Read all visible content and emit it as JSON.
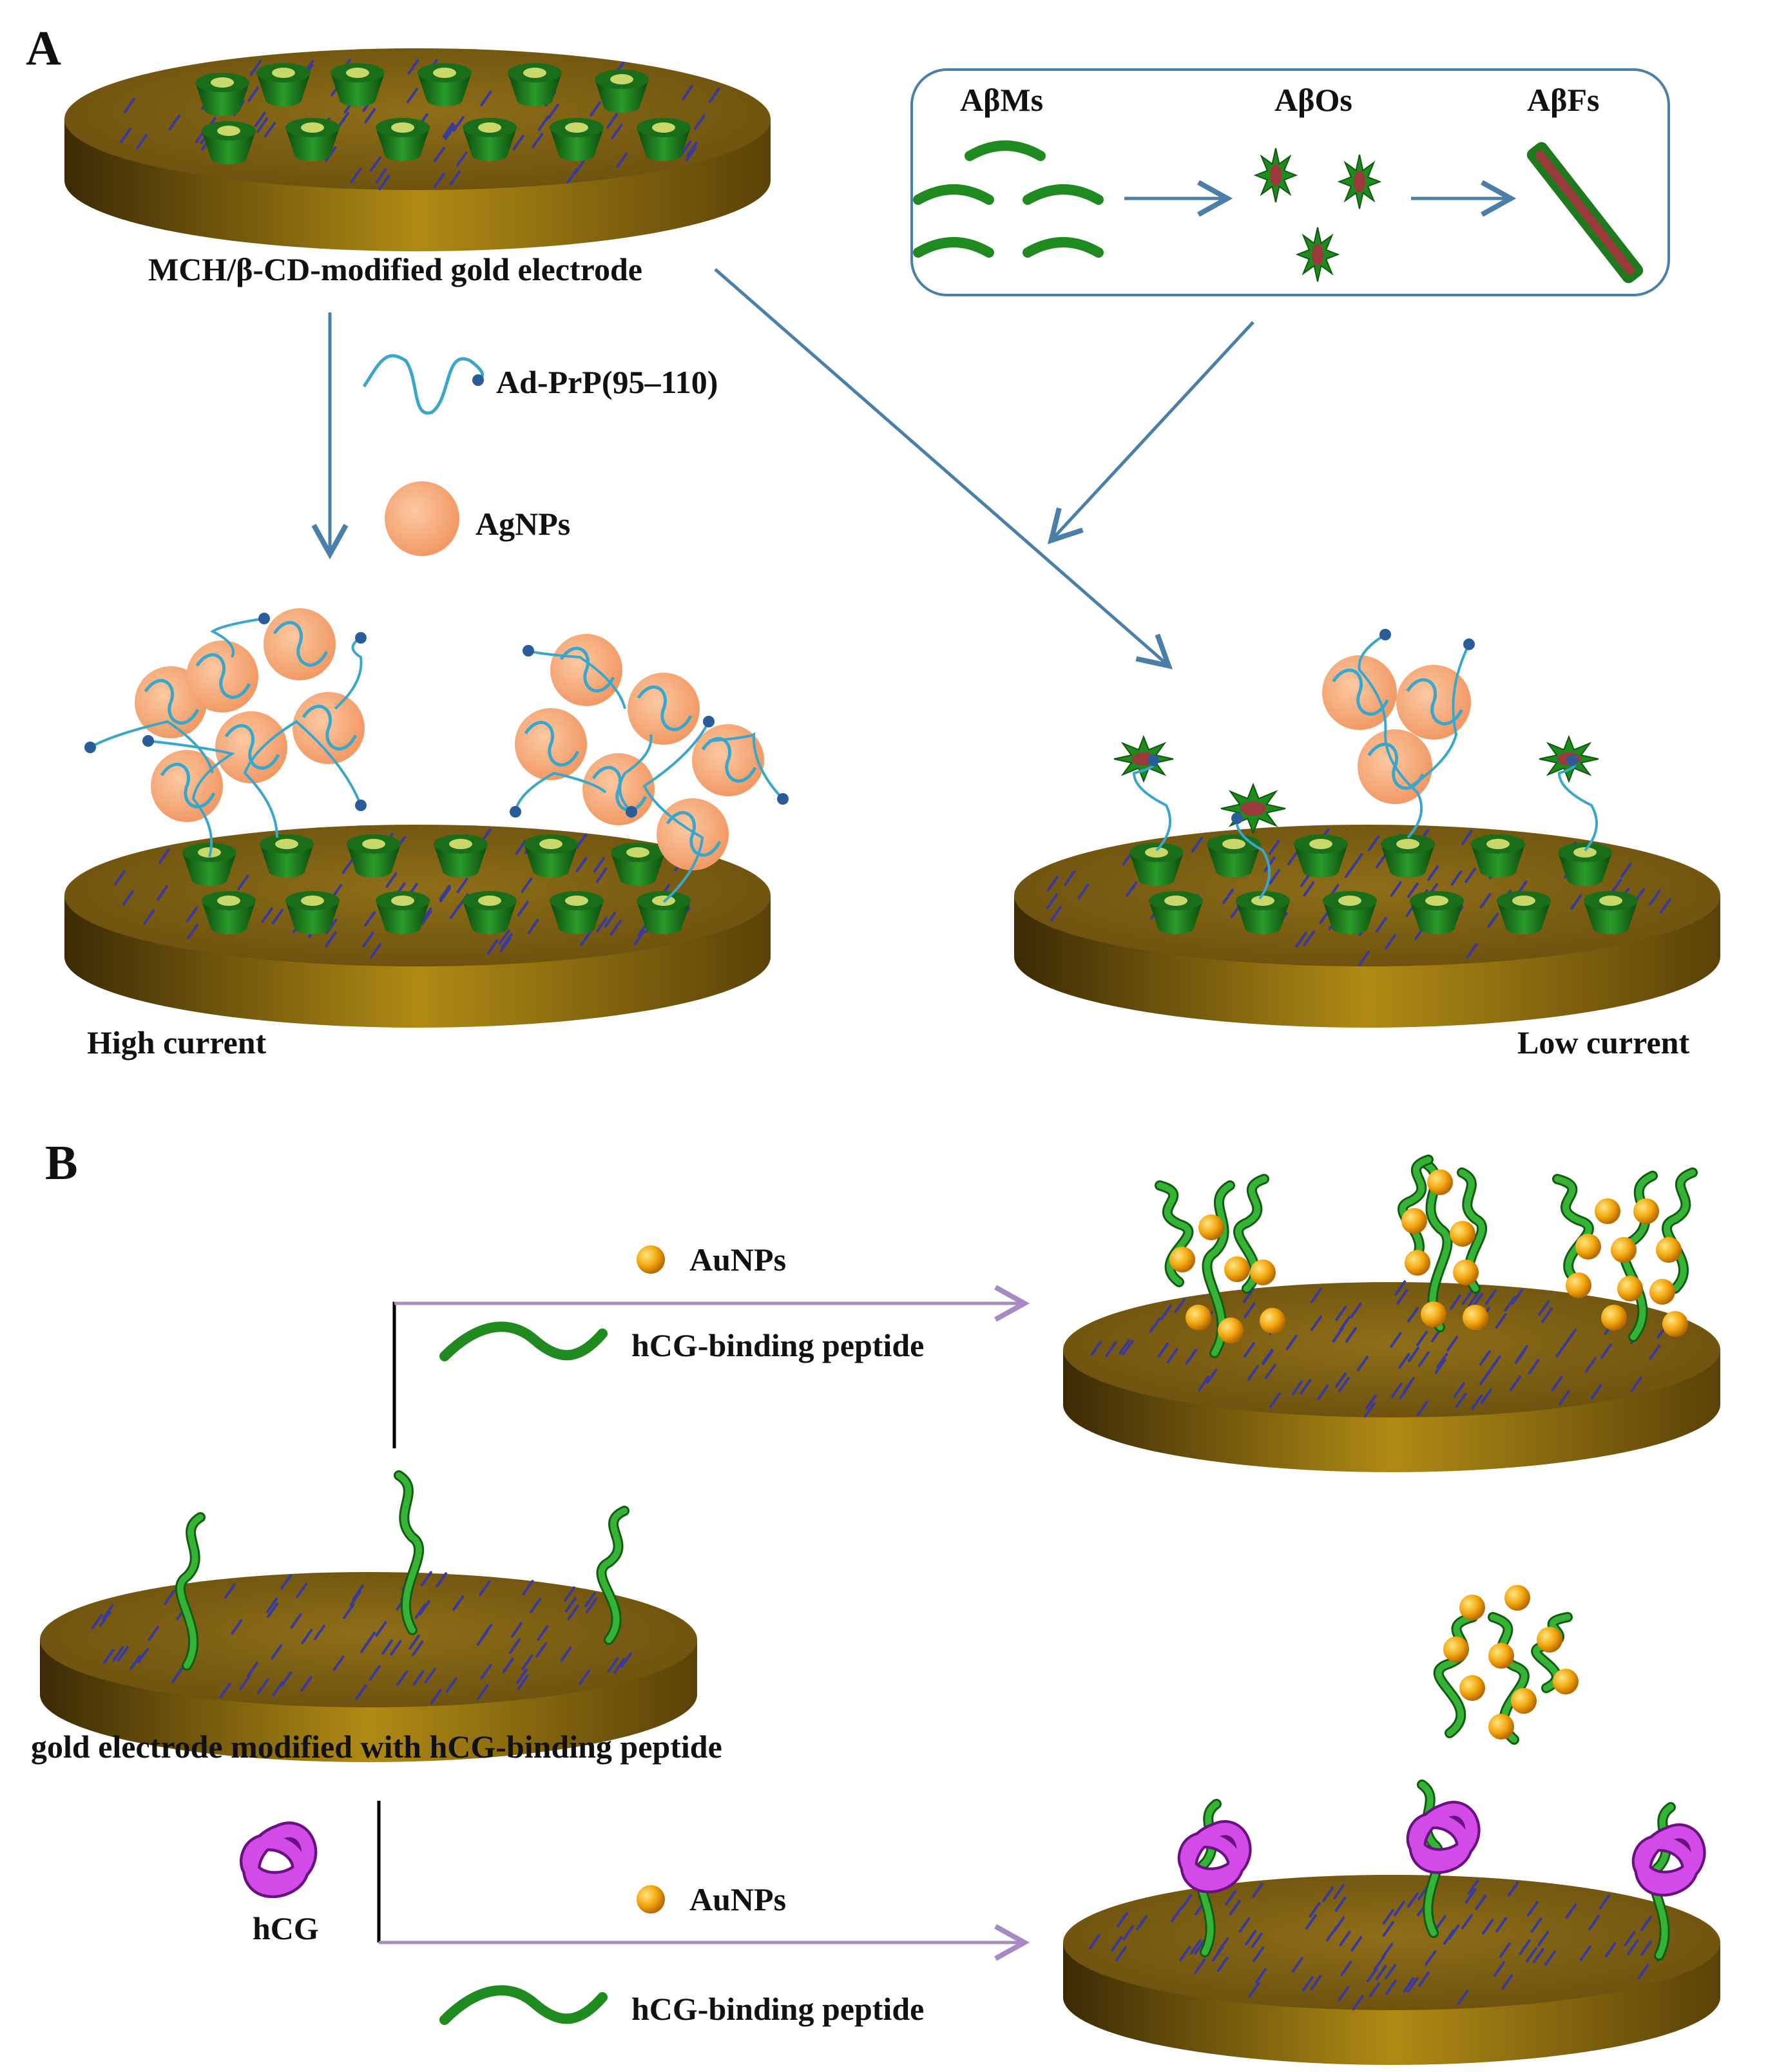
{
  "panel_a": {
    "letter": "A",
    "electrode_label": "MCH/β-CD-modified gold electrode",
    "probe_label": "Ad-PrP(95–110)",
    "agnp_label": "AgNPs",
    "high_label": "High current",
    "low_label": "Low current",
    "inset": {
      "monomers": "AβMs",
      "oligomers": "AβOs",
      "fibrils": "AβFs"
    }
  },
  "panel_b": {
    "letter": "B",
    "electrode_label": "gold electrode modified with hCG-binding peptide",
    "top_aunp_label": "AuNPs",
    "top_peptide_label": "hCG-binding peptide",
    "hcg_label": "hCG",
    "bottom_aunp_label": "AuNPs",
    "bottom_peptide_label": "hCG-binding peptide"
  },
  "colors": {
    "gold_top": "#8a6a14",
    "gold_side": "#a07a10",
    "beta_cd": "#1f7a1f",
    "agnp": "#f7b07e",
    "aunp": "#f2a50c",
    "peptide": "#2a9e2a",
    "hcg": "#c23ad6",
    "arrow_blue": "#4a7fa8",
    "arrow_purple": "#a58bc4",
    "linker": "#3a3a8c"
  }
}
